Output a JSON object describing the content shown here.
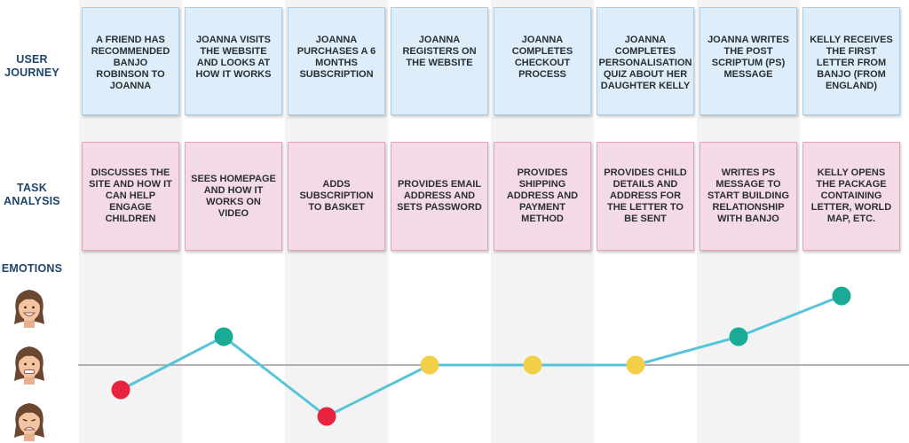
{
  "labels": {
    "user_journey": [
      "USER",
      "JOURNEY"
    ],
    "task_analysis": [
      "TASK",
      "ANALYSIS"
    ],
    "emotions": "EMOTIONS"
  },
  "journey": [
    "A FRIEND HAS RECOMMENDED BANJO ROBINSON TO JOANNA",
    "JOANNA VISITS THE WEBSITE AND LOOKS AT HOW IT WORKS",
    "JOANNA PURCHASES A 6 MONTHS SUBSCRIPTION",
    "JOANNA REGISTERS ON THE WEBSITE",
    "JOANNA COMPLETES CHECKOUT PROCESS",
    "JOANNA COMPLETES PERSONALISATION QUIZ ABOUT HER DAUGHTER KELLY",
    "JOANNA WRITES THE POST SCRIPTUM (PS) MESSAGE",
    "KELLY RECEIVES THE FIRST LETTER FROM BANJO (FROM ENGLAND)"
  ],
  "tasks": [
    "DISCUSSES THE SITE AND HOW IT CAN HELP ENGAGE CHILDREN",
    "SEES HOMEPAGE AND HOW IT WORKS ON VIDEO",
    "ADDS SUBSCRIPTION TO BASKET",
    "PROVIDES EMAIL ADDRESS AND SETS PASSWORD",
    "PROVIDES SHIPPING ADDRESS AND PAYMENT METHOD",
    "PROVIDES CHILD DETAILS AND ADDRESS FOR THE LETTER TO BE SENT",
    "WRITES PS MESSAGE TO START BUILDING RELATIONSHIP WITH BANJO",
    "KELLY OPENS THE PACKAGE CONTAINING LETTER, WORLD MAP, ETC."
  ],
  "chart_data": {
    "type": "line",
    "x": [
      1,
      2,
      3,
      4,
      5,
      6,
      7,
      8
    ],
    "levels": [
      "happy",
      "neutral",
      "unhappy"
    ],
    "series": [
      {
        "values": [
          -0.7,
          0.8,
          -1.45,
          0,
          0,
          0,
          0.8,
          1.95
        ]
      }
    ],
    "point_colors": [
      "#e8233f",
      "#1aab96",
      "#e8233f",
      "#f2cf48",
      "#f2cf48",
      "#f2cf48",
      "#1aab96",
      "#1aab96"
    ],
    "line_color": "#58c4d9",
    "baseline_color": "#9a9a9a"
  },
  "faces": [
    "happy-face-icon",
    "neutral-face-icon",
    "unhappy-face-icon"
  ]
}
